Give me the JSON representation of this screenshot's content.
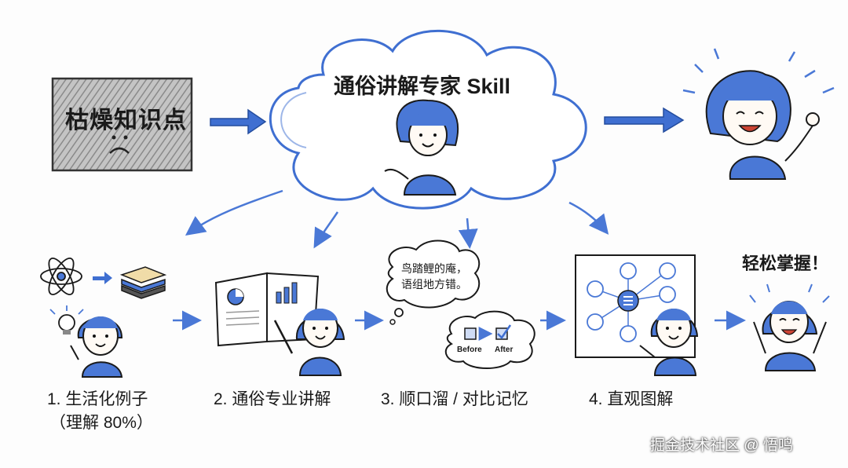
{
  "input": {
    "label": "枯燥知识点",
    "face": ":("
  },
  "cloud": {
    "title": "通俗讲解专家 Skill"
  },
  "result_top": {
    "mood": "happy"
  },
  "steps": [
    {
      "label": "1. 生活化例子",
      "note": "（理解 80%）"
    },
    {
      "label": "2. 通俗专业讲解"
    },
    {
      "label": "3. 顺口溜 / 对比记忆"
    },
    {
      "label": "4. 直观图解"
    }
  ],
  "speech_bubble": {
    "line1": "鸟踏鲤的庵，",
    "line2": "语组地方错。"
  },
  "compare": {
    "before": "Before",
    "after": "After"
  },
  "final": {
    "label": "轻松掌握！"
  },
  "watermark": "掘金技术社区 @ 悟鸣",
  "colors": {
    "accent": "#3f6fd1",
    "ink": "#1a1a1a",
    "hair": "#4a78d6",
    "gray_box": "#9a9a9a"
  }
}
